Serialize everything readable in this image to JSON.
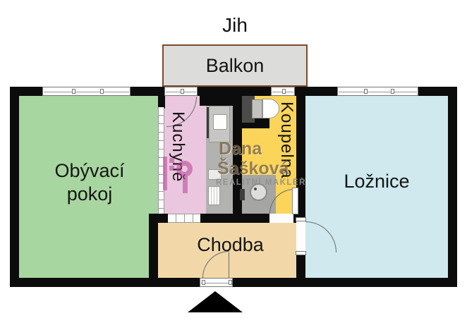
{
  "plan": {
    "orientation_label": "Jih",
    "rooms": {
      "balkon": {
        "label": "Balkon",
        "color": "#dcdcda"
      },
      "obyvaci": {
        "label": "Obývací pokoj",
        "color": "#a8d6a0"
      },
      "kuchyne": {
        "label": "Kuchyně",
        "color": "#ebc7df"
      },
      "koupelna": {
        "label": "Koupelna",
        "color": "#fbd45a"
      },
      "chodba": {
        "label": "Chodba",
        "color": "#f2d8a9"
      },
      "loznice": {
        "label": "Ložnice",
        "color": "#cfe9ee"
      }
    },
    "wall_color": "#0c0c0c",
    "balcony_border_color": "#7b4a2b"
  },
  "watermark": {
    "agency_first_name": "Dana",
    "agency_last_name": "Šašková",
    "agency_subtitle": "REALITNÍ MAKLÉŘ"
  },
  "icons": {
    "entrance_arrow": "solid-triangle-up",
    "door_swing": "quarter-arc",
    "toilet": "cistern-and-bowl",
    "shower": "gray-tray-with-round-drain",
    "stove": "white-square-on-counter",
    "fridge": "striped-white-box",
    "agency_logo": "pink-key"
  }
}
